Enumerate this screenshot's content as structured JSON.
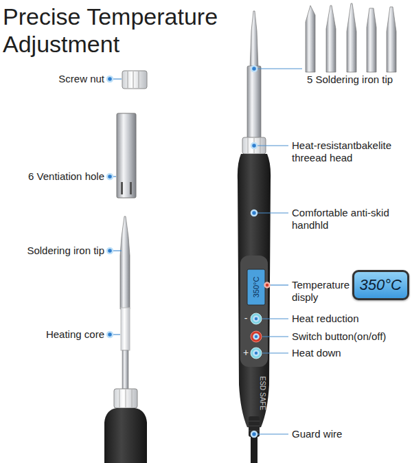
{
  "diagram": {
    "title": "Precise Temperature Adjustment",
    "nodes": [
      {
        "text": [
          "350°C"
        ]
      }
    ],
    "labels": [
      "Screw nut",
      "6 Ventiation hole",
      "Soldering iron tip",
      "Heating core",
      "5 Soldering iron tip",
      "Heat-resistantbakelite threead head",
      "Comfortable anti-skid handhld",
      "Temperature disply",
      "Heat reduction",
      "Switch button(on/off)",
      "Heat down",
      "Guard wire",
      "350°C",
      "-",
      "+",
      "ESD SAFE"
    ]
  }
}
